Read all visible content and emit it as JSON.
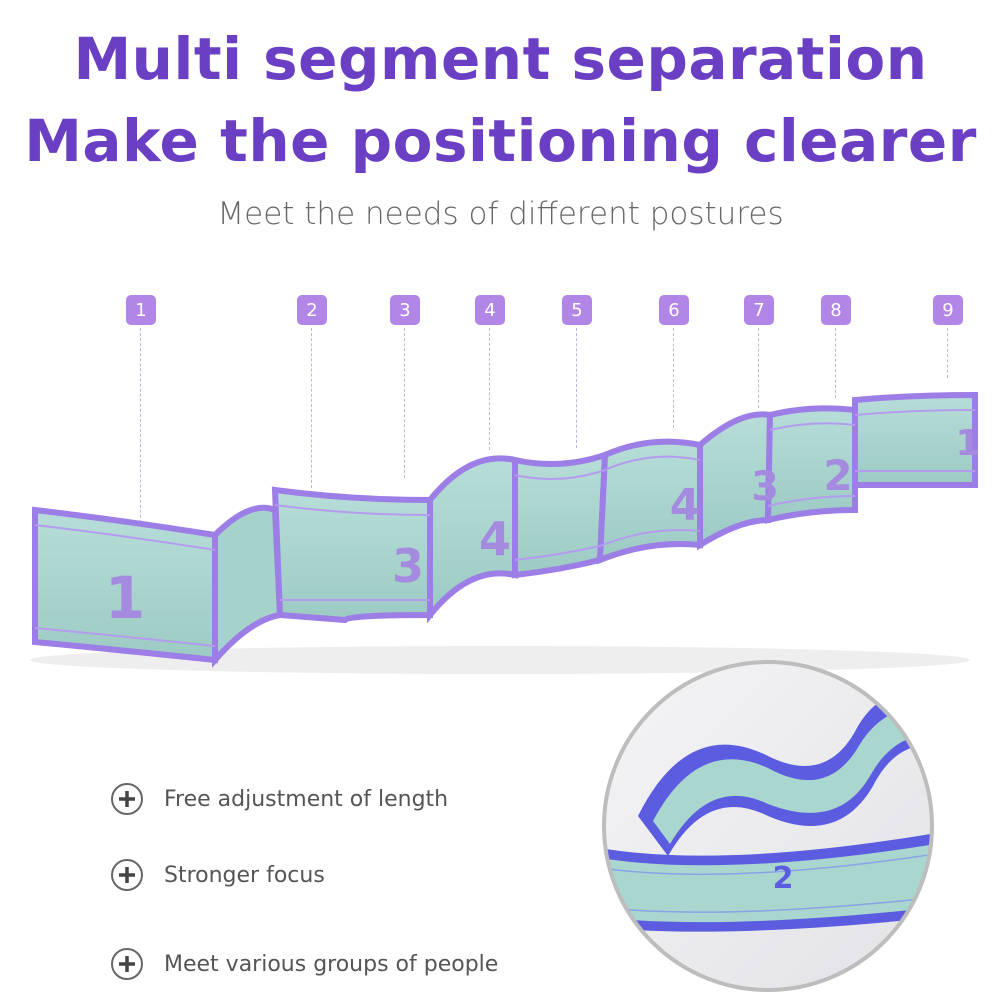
{
  "headline": {
    "line1": "Multi segment separation",
    "line2": "Make the positioning clearer"
  },
  "subtitle": "Meet the needs of different postures",
  "segment_markers": [
    "1",
    "2",
    "3",
    "4",
    "5",
    "6",
    "7",
    "8",
    "9"
  ],
  "strap_numbers": [
    "1",
    "3",
    "4",
    "4",
    "3",
    "2",
    "1"
  ],
  "zoom_number": "2",
  "features": [
    {
      "icon": "plus-circle-icon",
      "text": "Free adjustment of length"
    },
    {
      "icon": "plus-circle-icon",
      "text": "Stronger focus"
    },
    {
      "icon": "plus-circle-icon",
      "text": "Meet various groups of people"
    }
  ],
  "colors": {
    "headline": "#6a3fc4",
    "marker": "#b286e6",
    "band_fill": "#a9d6cf",
    "band_edge": "#9c7ee6",
    "zoom_edge": "#5b5ce0"
  }
}
